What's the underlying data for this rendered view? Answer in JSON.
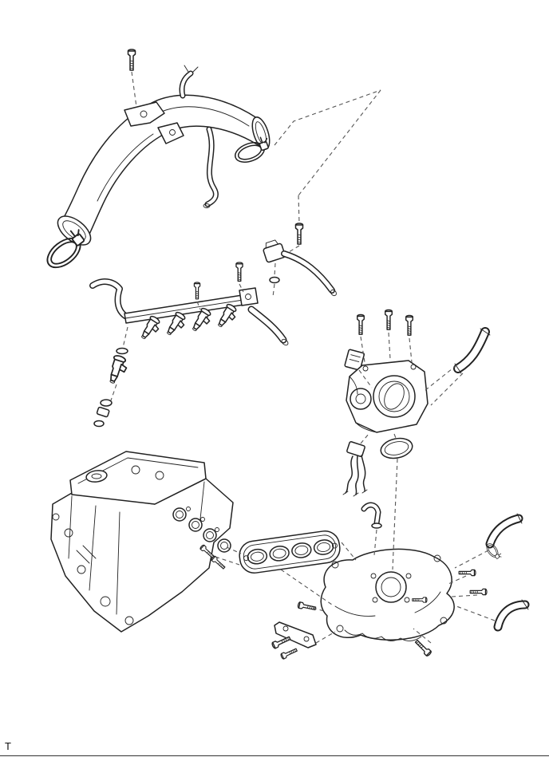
{
  "page": {
    "label": "T",
    "background": "#ffffff",
    "line_color": "#222222",
    "dash_color": "#555555"
  },
  "diagram": {
    "type": "exploded-parts-diagram",
    "description": "Exploded view of engine air intake system, fuel delivery pipe and intake manifold",
    "parts": {
      "bolt_top": "Bolt",
      "pipe_bracket": "Bracket",
      "intake_pipe": "Air intake pipe",
      "breather_tube": "Vent tube",
      "drain_hose": "Hose",
      "clamp_small": "Hose clamp",
      "clamp_large": "Hose clamp",
      "fuel_rail": "Fuel delivery pipe",
      "fuel_injectors": "Fuel injectors",
      "pulsation_damper": "Fuel pulsation damper",
      "fuel_inlet_hose": "Fuel hose",
      "fuel_return_hose": "Fuel hose",
      "injector_exploded": "Fuel injector with O-ring and grommet",
      "rail_bolts": "Bolts",
      "throttle_bolts": "Bolts",
      "throttle_connector": "Connector",
      "throttle_body": "Throttle body",
      "throttle_gasket": "Gasket",
      "air_hose": "Hose",
      "wire_harness": "Wire harness",
      "engine": "Engine cylinder head",
      "engine_studs": "Bolts",
      "manifold_gasket": "Intake manifold gasket",
      "intake_manifold": "Intake manifold",
      "vacuum_port": "Vacuum pipe",
      "manifold_stay": "Bracket",
      "stay_bolts": "Bolts",
      "manifold_bolts": "Bolts",
      "upper_hose": "Hose with clamp",
      "lower_hose": "Hose",
      "leader_lines": "Assembly leader lines"
    }
  }
}
